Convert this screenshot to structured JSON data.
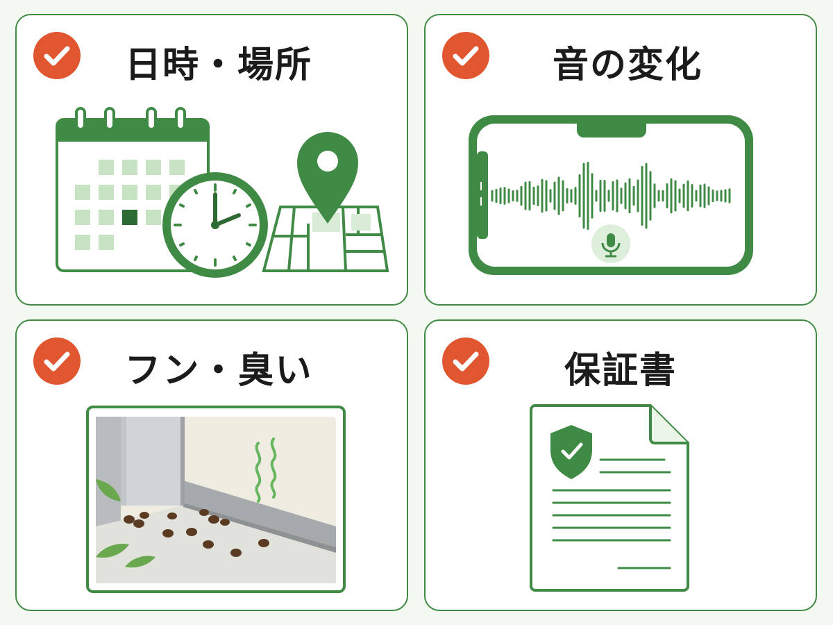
{
  "cards": [
    {
      "title": "日時・場所",
      "icon": "calendar-clock-map-icon"
    },
    {
      "title": "音の変化",
      "icon": "phone-soundwave-icon"
    },
    {
      "title": "フン・臭い",
      "icon": "droppings-odor-icon"
    },
    {
      "title": "保証書",
      "icon": "warranty-document-icon"
    }
  ],
  "colors": {
    "accent": "#e0562f",
    "green": "#3f8a44",
    "dark_green": "#2e6b34",
    "light_green": "#c8e3c3"
  }
}
